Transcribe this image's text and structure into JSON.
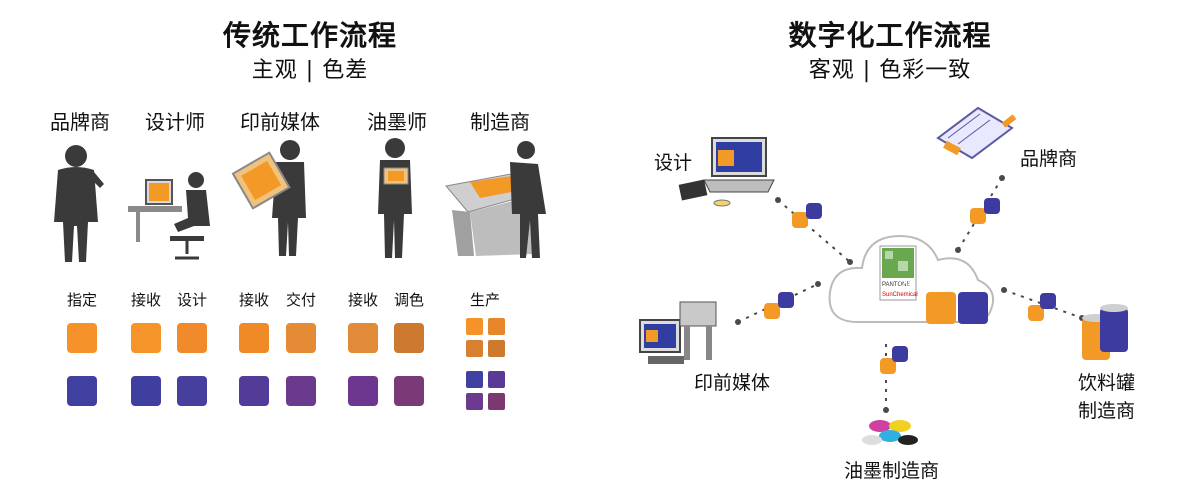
{
  "traditional": {
    "title": "传统工作流程",
    "subtitle": "主观 | 色差",
    "roles": [
      "品牌商",
      "设计师",
      "印前媒体",
      "油墨师",
      "制造商"
    ],
    "steps": [
      "指定",
      "接收",
      "设计",
      "接收",
      "交付",
      "接收",
      "调色",
      "生产"
    ],
    "orange_shades": [
      "#f5922a",
      "#f59429",
      "#f18a2b",
      "#ef8a27",
      "#e58a35",
      "#e08a3a",
      "#cd7a30",
      "#cd7a2e"
    ],
    "purple_shades": [
      "#3f40a0",
      "#3f3fa0",
      "#463f9e",
      "#523c98",
      "#6a3a8e",
      "#6d3790",
      "#7a3a78",
      "#7c3870"
    ]
  },
  "digital": {
    "title": "数字化工作流程",
    "subtitle": "客观 | 色彩一致",
    "nodes": {
      "design": "设计",
      "brand": "品牌商",
      "prepress": "印前媒体",
      "beverage_line1": "饮料罐",
      "beverage_line2": "制造商",
      "ink": "油墨制造商"
    },
    "cloud_text": {
      "pantone": "PANTONE",
      "live": "LIVE",
      "sun": "SunChemical"
    }
  },
  "colors": {
    "orange": "#f39a26",
    "purple": "#3d3aa0",
    "connector": "#4a4a4a",
    "silhouette": "#3c3c3c"
  }
}
